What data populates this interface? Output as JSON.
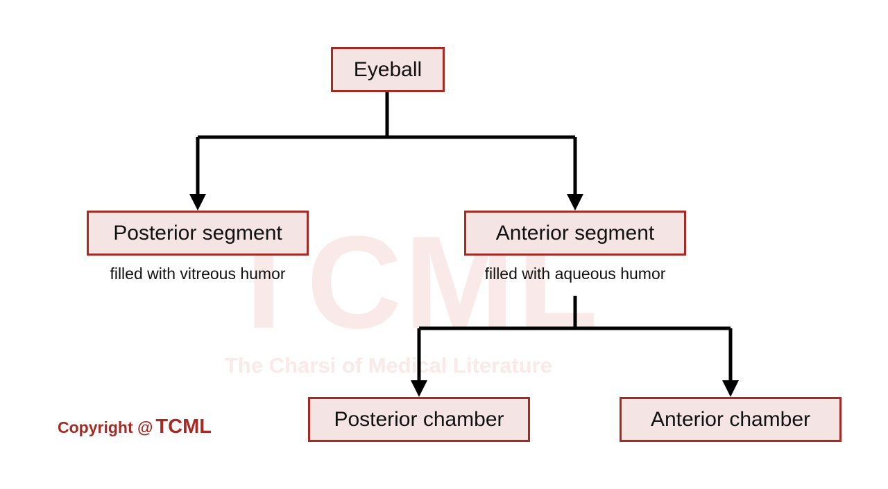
{
  "watermark": {
    "logo_text": "TCML",
    "tagline": "The Charsi of Medical Literature"
  },
  "nodes": {
    "root": "Eyeball",
    "posterior_segment": "Posterior segment",
    "anterior_segment": "Anterior segment",
    "posterior_chamber": "Posterior chamber",
    "anterior_chamber": "Anterior chamber"
  },
  "notes": {
    "posterior_segment": "filled with vitreous humor",
    "anterior_segment": "filled with aqueous humor"
  },
  "copyright": {
    "prefix": "Copyright @",
    "brand": "TCML"
  },
  "colors": {
    "box_border": "#a62a24",
    "box_fill": "#f5e4e4",
    "connector": "#000000",
    "brand": "#a62a24",
    "watermark": "#f9e9e8"
  }
}
